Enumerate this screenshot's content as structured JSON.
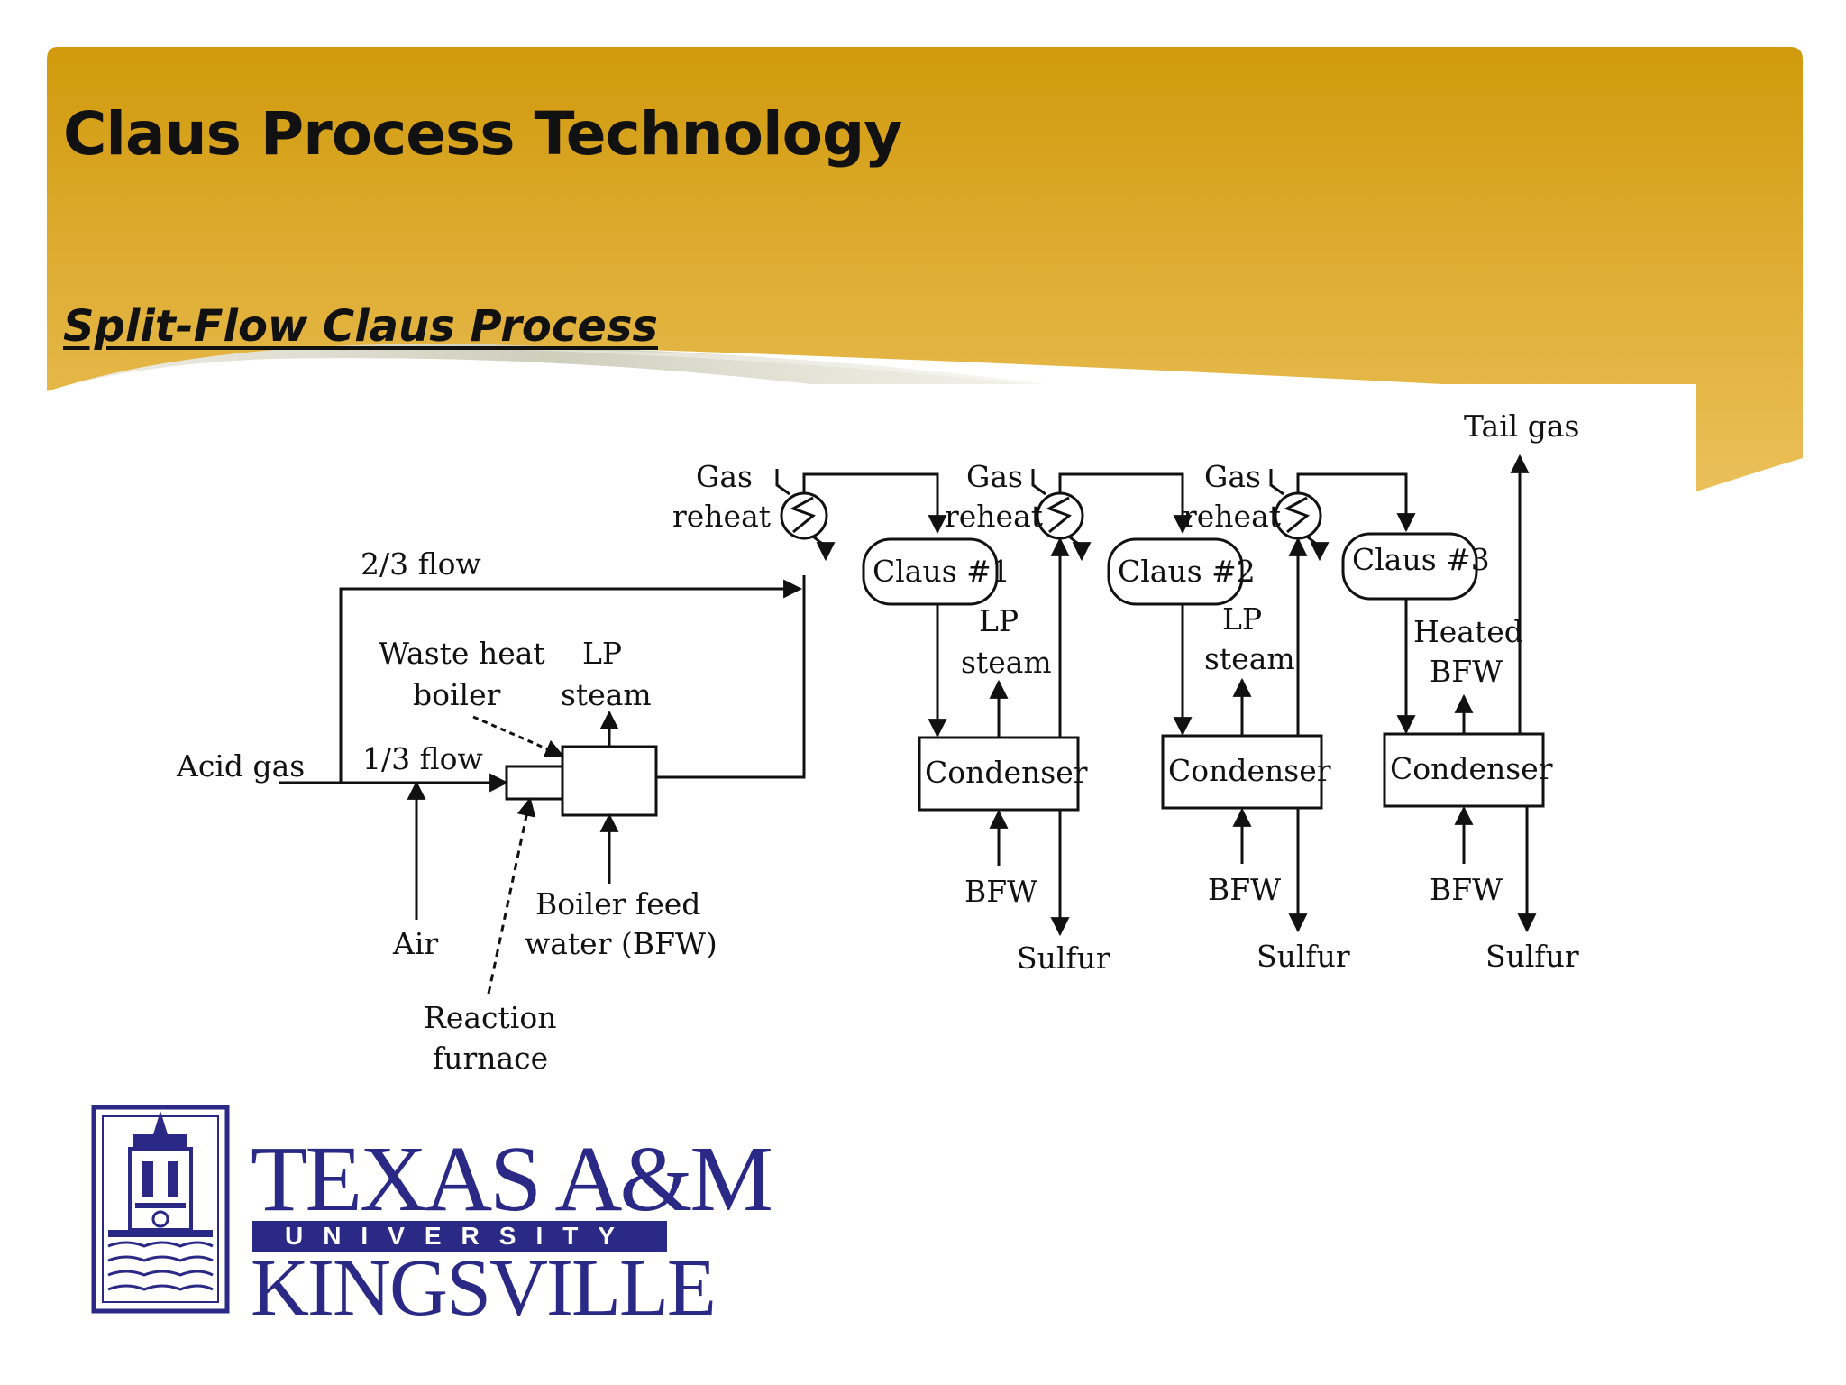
{
  "slide": {
    "title": "Claus Process Technology",
    "subtitle": "Split-Flow Claus Process"
  },
  "diagram": {
    "labels": {
      "acid_gas": "Acid gas",
      "flow_two_thirds": "2/3 flow",
      "flow_one_third": "1/3 flow",
      "waste_heat_1": "Waste heat",
      "waste_heat_2": "boiler",
      "lp_steam_main_1": "LP",
      "lp_steam_main_2": "steam",
      "air": "Air",
      "bfw_main_1": "Boiler feed",
      "bfw_main_2": "water (BFW)",
      "furnace_1": "Reaction",
      "furnace_2": "furnace",
      "gas_reheat_a1": "Gas",
      "gas_reheat_a2": "reheat",
      "gas_reheat_b1": "Gas",
      "gas_reheat_b2": "reheat",
      "gas_reheat_c1": "Gas",
      "gas_reheat_c2": "reheat",
      "claus_1": "Claus #1",
      "claus_2": "Claus #2",
      "claus_3": "Claus #3",
      "lp_steam_1a": "LP",
      "lp_steam_1b": "steam",
      "lp_steam_2a": "LP",
      "lp_steam_2b": "steam",
      "heated_bfw_1": "Heated",
      "heated_bfw_2": "BFW",
      "condenser_1": "Condenser",
      "condenser_2": "Condenser",
      "condenser_3": "Condenser",
      "bfw_1": "BFW",
      "bfw_2": "BFW",
      "bfw_3": "BFW",
      "sulfur_1": "Sulfur",
      "sulfur_2": "Sulfur",
      "sulfur_3": "Sulfur",
      "tail_gas": "Tail gas"
    }
  },
  "logo": {
    "line1": "TEXAS A&M",
    "line2": "UNIVERSITY",
    "line3": "KINGSVILLE"
  },
  "colors": {
    "banner_top": "#d19a0c",
    "banner_bottom": "#ebc05a",
    "swoosh": "#9e9a78",
    "logo_blue": "#2a2a86"
  }
}
